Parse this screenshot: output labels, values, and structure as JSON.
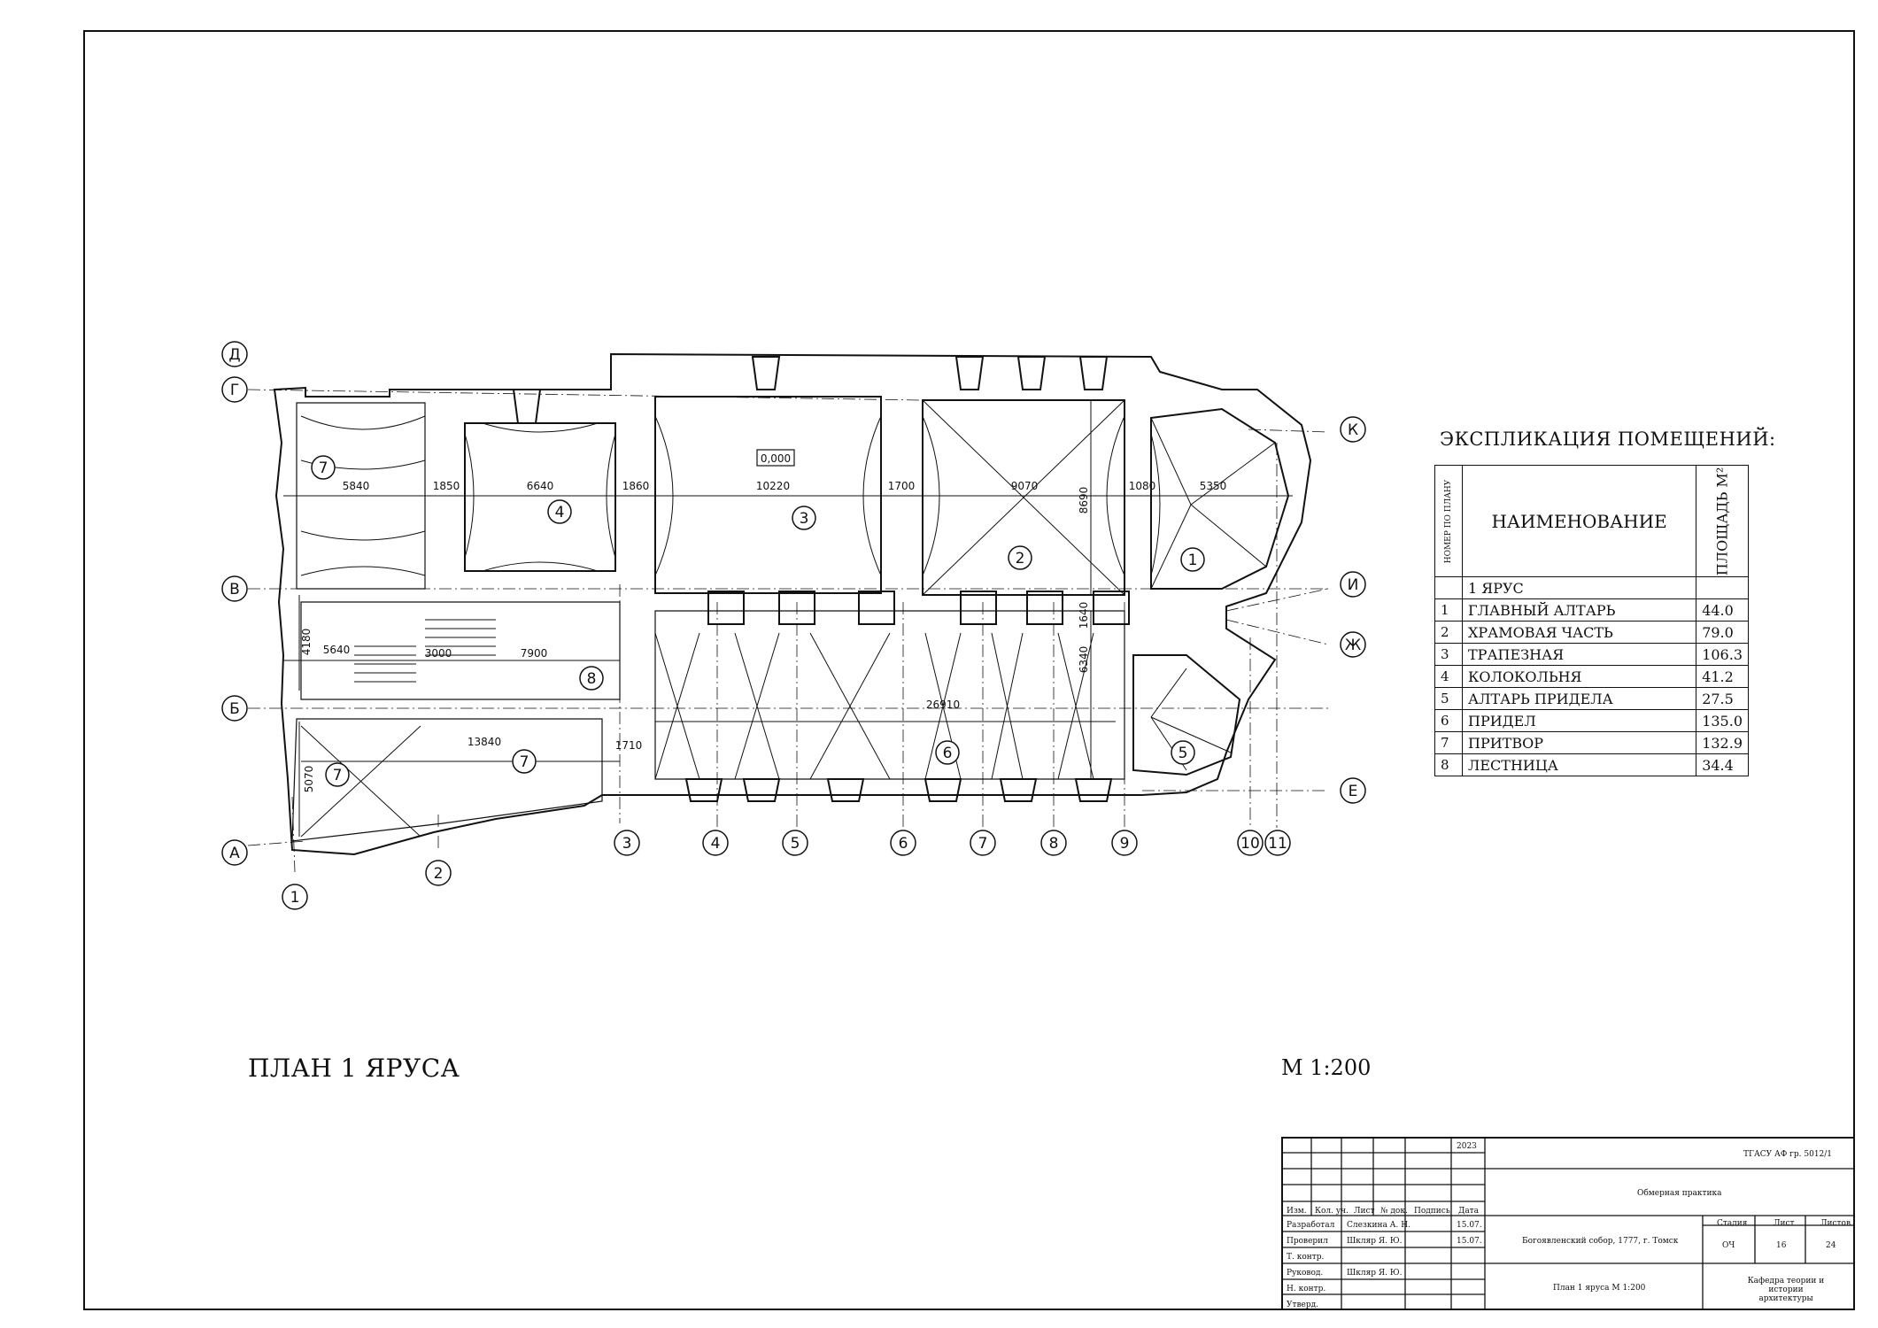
{
  "plan": {
    "title": "ПЛАН 1 ЯРУСА",
    "scale": "М 1:200",
    "elevation_mark": "0,000",
    "axes_letters": [
      "Д",
      "Г",
      "В",
      "Б",
      "А",
      "К",
      "И",
      "Ж",
      "Е"
    ],
    "axes_numbers": [
      "1",
      "2",
      "3",
      "4",
      "5",
      "6",
      "7",
      "8",
      "9",
      "10",
      "11"
    ],
    "room_numbers": [
      "7",
      "4",
      "3",
      "2",
      "1",
      "8",
      "7",
      "7",
      "6",
      "5"
    ],
    "dimensions": [
      "5840",
      "1850",
      "6640",
      "1860",
      "10220",
      "1700",
      "9070",
      "1080",
      "5350",
      "8690",
      "1640",
      "6340",
      "4180",
      "5640",
      "3000",
      "7900",
      "13840",
      "1710",
      "26910",
      "5070"
    ]
  },
  "explication": {
    "title": "ЭКСПЛИКАЦИЯ ПОМЕЩЕНИЙ:",
    "col_number": "НОМЕР ПО ПЛАНУ",
    "col_name": "НАИМЕНОВАНИЕ",
    "col_area": "ПЛОЩАДЬ М²",
    "tier": "1 ЯРУС",
    "rows": [
      {
        "n": "1",
        "name": "ГЛАВНЫЙ АЛТАРЬ",
        "area": "44.0"
      },
      {
        "n": "2",
        "name": "ХРАМОВАЯ ЧАСТЬ",
        "area": "79.0"
      },
      {
        "n": "3",
        "name": "ТРАПЕЗНАЯ",
        "area": "106.3"
      },
      {
        "n": "4",
        "name": "КОЛОКОЛЬНЯ",
        "area": "41.2"
      },
      {
        "n": "5",
        "name": "АЛТАРЬ ПРИДЕЛА",
        "area": "27.5"
      },
      {
        "n": "6",
        "name": "ПРИДЕЛ",
        "area": "135.0"
      },
      {
        "n": "7",
        "name": "ПРИТВОР",
        "area": "132.9"
      },
      {
        "n": "8",
        "name": "ЛЕСТНИЦА",
        "area": "34.4"
      }
    ]
  },
  "title_block": {
    "year": "2023",
    "code": "ТГАСУ АФ гр. 5012/1",
    "practice": "Обмерная практика",
    "object": "Богоявленский собор, 1777, г. Томск",
    "sheet_name": "План 1 яруса  М 1:200",
    "department": "Кафедра теории и истории архитектуры",
    "headers": [
      "Изм.",
      "Кол. уч.",
      "Лист",
      "№ док.",
      "Подпись",
      "Дата"
    ],
    "roles": [
      "Разработал",
      "Проверил",
      "Т. контр.",
      "Руковод.",
      "Н. контр.",
      "Утверд."
    ],
    "names": [
      "Слезкина А. Н.",
      "Шкляр Я. Ю.",
      "",
      "Шкляр Я. Ю.",
      "",
      ""
    ],
    "dates": [
      "15.07.",
      "15.07.",
      "",
      "",
      "",
      ""
    ],
    "stage_label": "Стадия",
    "sheet_label": "Лист",
    "sheets_label": "Листов",
    "stage": "ОЧ",
    "sheet": "16",
    "sheets": "24"
  }
}
